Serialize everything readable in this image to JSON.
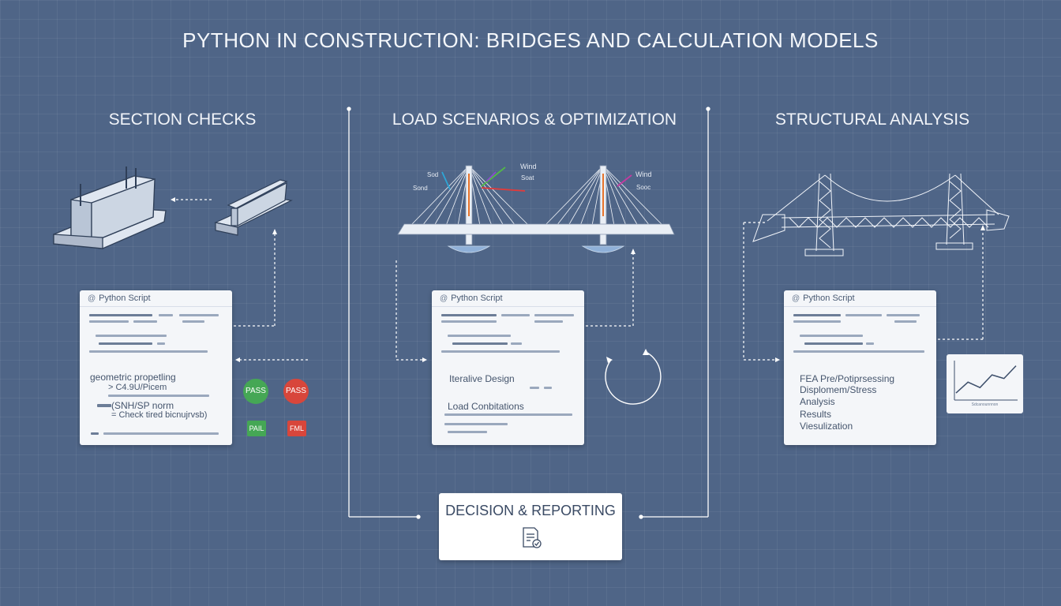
{
  "title": "PYTHON IN CONSTRUCTION: BRIDGES AND CALCULATION MODELS",
  "columns": {
    "left": {
      "title": "SECTION CHECKS"
    },
    "center": {
      "title": "LOAD SCENARIOS & OPTIMIZATION"
    },
    "right": {
      "title": "STRUCTURAL ANALYSIS"
    }
  },
  "cards": {
    "left": {
      "header": "Python Script",
      "lines": [
        "geometric propetling",
        "> C4.9U/Picem",
        "(SNH/SP norm",
        "= Check tired bicnujrvsb)"
      ]
    },
    "center": {
      "header": "Python Script",
      "lines": [
        "Iteralive Design",
        "Load Conbitations"
      ]
    },
    "right": {
      "header": "Python Script",
      "lines": [
        "FEA Pre/Potiprsessing",
        "Displomem/Stress",
        "Analysis",
        "Results",
        "Viesulization"
      ]
    }
  },
  "badges": {
    "pass1": "PASS",
    "pass2": "PASS",
    "fail1": "PAIL",
    "fail2": "FML"
  },
  "load_labels": [
    "Sod",
    "Sond",
    "Wind",
    "Soat",
    "Wind",
    "Sooc"
  ],
  "decision": {
    "label": "DECISION & REPORTING",
    "icon": "report-check-icon"
  },
  "mini_chart": {
    "caption": "Sdcanounnnon",
    "values": [
      0.15,
      0.45,
      0.3,
      0.65,
      0.55,
      0.9
    ]
  },
  "colors": {
    "background": "#4f6587",
    "pass": "#45a755",
    "fail": "#d8463b"
  }
}
